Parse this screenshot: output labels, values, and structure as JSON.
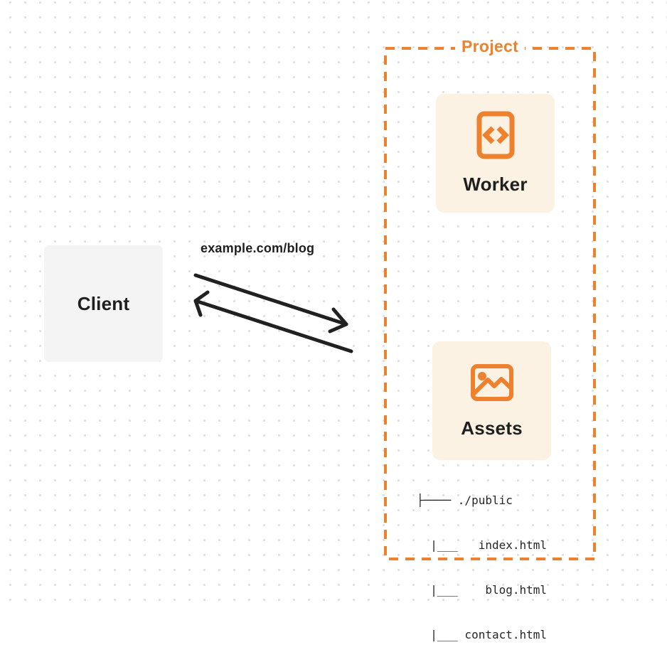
{
  "client": {
    "label": "Client"
  },
  "request": {
    "url_label": "example.com/blog"
  },
  "project": {
    "title": "Project",
    "worker": {
      "label": "Worker",
      "icon": "code-file-icon"
    },
    "assets": {
      "label": "Assets",
      "icon": "image-icon"
    },
    "file_tree": [
      "├──── ./public",
      "  |___   index.html",
      "  |___    blog.html",
      "  |___ contact.html"
    ]
  },
  "colors": {
    "accent_orange": "#ED812E",
    "card_background": "#FBF2E3",
    "client_background": "#F4F4F5",
    "text_dark": "#1F1F1F",
    "arrow_black": "#212121",
    "dot_grid": "#DFDFDF"
  }
}
